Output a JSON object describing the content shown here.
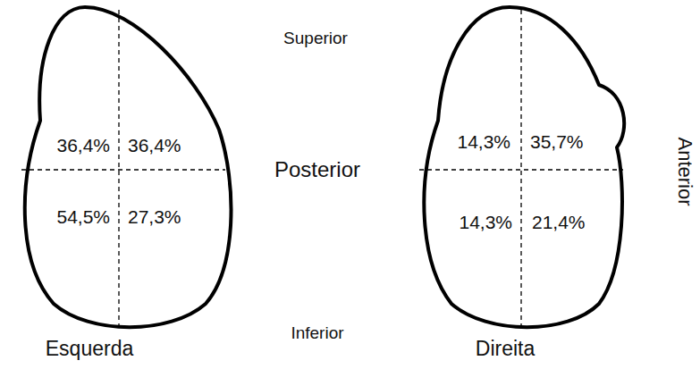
{
  "diagram": {
    "nodes": [
      {
        "text": [
          "36,4%",
          "36,4%",
          "54,5%",
          "27,3%",
          "Esquerda"
        ]
      },
      {
        "text": [
          "14,3%",
          "35,7%",
          "14,3%",
          "21,4%",
          "Direita"
        ]
      }
    ],
    "labels": [
      "Superior",
      "Posterior",
      "Inferior",
      "Anterior"
    ]
  }
}
